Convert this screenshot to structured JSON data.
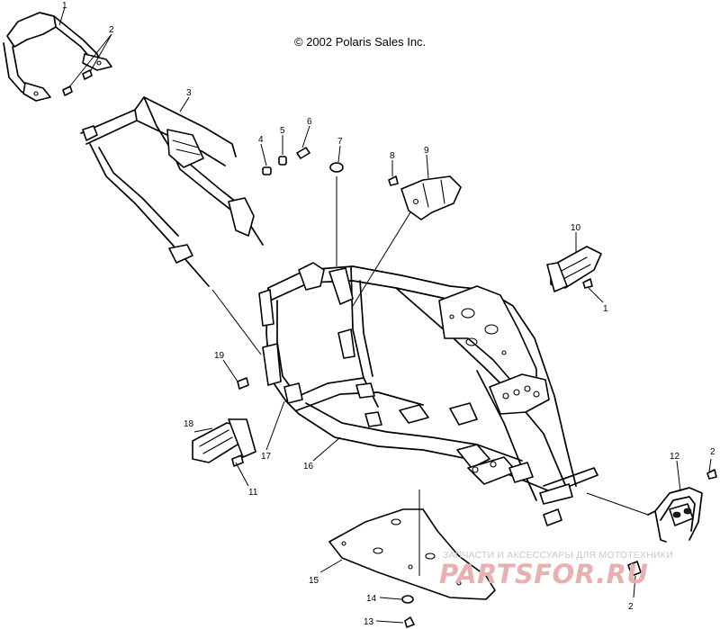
{
  "copyright": "© 2002 Polaris Sales Inc.",
  "watermark": {
    "tagline": "ЗАПЧАСТИ И АКСЕССУАРЫ ДЛЯ МОТОТЕХНИКИ",
    "logo": "PARTSFOR.RU",
    "color": "#e9b0b0"
  },
  "callouts": [
    {
      "id": "c1",
      "label": "1"
    },
    {
      "id": "c2",
      "label": "2"
    },
    {
      "id": "c3",
      "label": "3"
    },
    {
      "id": "c4",
      "label": "4"
    },
    {
      "id": "c5",
      "label": "5"
    },
    {
      "id": "c6",
      "label": "6"
    },
    {
      "id": "c7",
      "label": "7"
    },
    {
      "id": "c8",
      "label": "8"
    },
    {
      "id": "c9",
      "label": "9"
    },
    {
      "id": "c10",
      "label": "10"
    },
    {
      "id": "c1b",
      "label": "1"
    },
    {
      "id": "c19",
      "label": "19"
    },
    {
      "id": "c18",
      "label": "18"
    },
    {
      "id": "c17",
      "label": "17"
    },
    {
      "id": "c16",
      "label": "16"
    },
    {
      "id": "c11",
      "label": "11"
    },
    {
      "id": "c12",
      "label": "12"
    },
    {
      "id": "c2b",
      "label": "2"
    },
    {
      "id": "c2c",
      "label": "2"
    },
    {
      "id": "c15",
      "label": "15"
    },
    {
      "id": "c14",
      "label": "14"
    },
    {
      "id": "c13",
      "label": "13"
    }
  ],
  "icons": [
    "front-bumper-icon",
    "subframe-icon",
    "main-frame-icon",
    "footrest-icon",
    "rear-bumper-icon",
    "skid-plate-icon",
    "bolt-icon",
    "bushing-icon",
    "grommet-icon",
    "bracket-icon"
  ]
}
